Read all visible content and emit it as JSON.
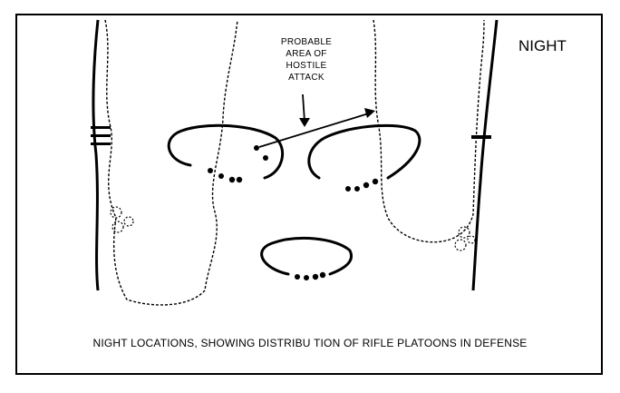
{
  "labels": {
    "time_of_day": "NIGHT",
    "attack_area_lines": [
      "PROBABLE",
      "AREA OF",
      "HOSTILE",
      "ATTACK"
    ],
    "caption": "NIGHT LOCATIONS, SHOWING DISTRIBU TION OF RIFLE PLATOONS IN DEFENSE"
  },
  "colors": {
    "ink": "#000000",
    "background": "#ffffff"
  }
}
